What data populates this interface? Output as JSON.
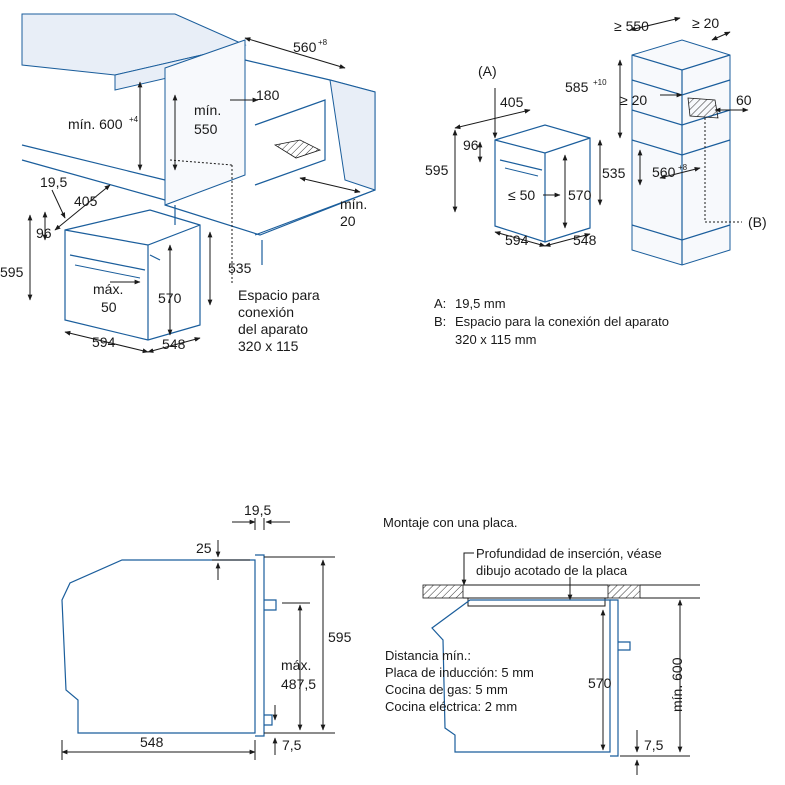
{
  "top_left": {
    "dims": {
      "d560": "560",
      "d560_sup": "+8",
      "d180": "180",
      "min600_a": "mín. 600",
      "min600_sup": "+4",
      "min550_a": "mín.",
      "min550_b": "550",
      "d195": "19,5",
      "d405": "405",
      "d96": "96",
      "d595": "595",
      "d535": "535",
      "max_a": "máx.",
      "max_b": "50",
      "d570": "570",
      "d594": "594",
      "d548": "548",
      "min20_a": "mín.",
      "min20_b": "20"
    },
    "space_note": [
      "Espacio para",
      "conexión",
      "del aparato",
      "320 x 115"
    ]
  },
  "top_right": {
    "dims": {
      "A": "(A)",
      "d405": "405",
      "d96": "96",
      "d595": "595",
      "le50": "≤ 50",
      "d570": "570",
      "d535": "535",
      "d594": "594",
      "d548": "548",
      "ge550": "≥ 550",
      "ge20a": "≥ 20",
      "d585": "585",
      "d585_sup": "+10",
      "ge20b": "≥ 20",
      "d60": "60",
      "d560": "560",
      "d560_sup": "+8",
      "B": "(B)"
    },
    "legend": {
      "a_label": "A:",
      "a_text": "19,5 mm",
      "b_label": "B:",
      "b_text": "Espacio para la conexión del aparato",
      "b_text2": "320 x 115 mm"
    }
  },
  "bottom_left": {
    "dims": {
      "d195": "19,5",
      "d25": "25",
      "d595": "595",
      "max_a": "máx.",
      "max_b": "487,5",
      "d548": "548",
      "d75": "7,5"
    }
  },
  "bottom_right": {
    "title": "Montaje con una placa.",
    "insert_note": [
      "Profundidad de inserción, véase",
      "dibujo acotado de la placa"
    ],
    "distance": [
      "Distancia mín.:",
      "Placa de inducción: 5 mm",
      "Cocina de gas: 5 mm",
      "Cocina eléctrica: 2 mm"
    ],
    "dims": {
      "d570": "570",
      "min600": "mín. 600",
      "d75": "7,5"
    }
  },
  "colors": {
    "outline": "#1b5e9c",
    "cabinet_fill": "#e8eef7",
    "text": "#1a1a1a"
  }
}
